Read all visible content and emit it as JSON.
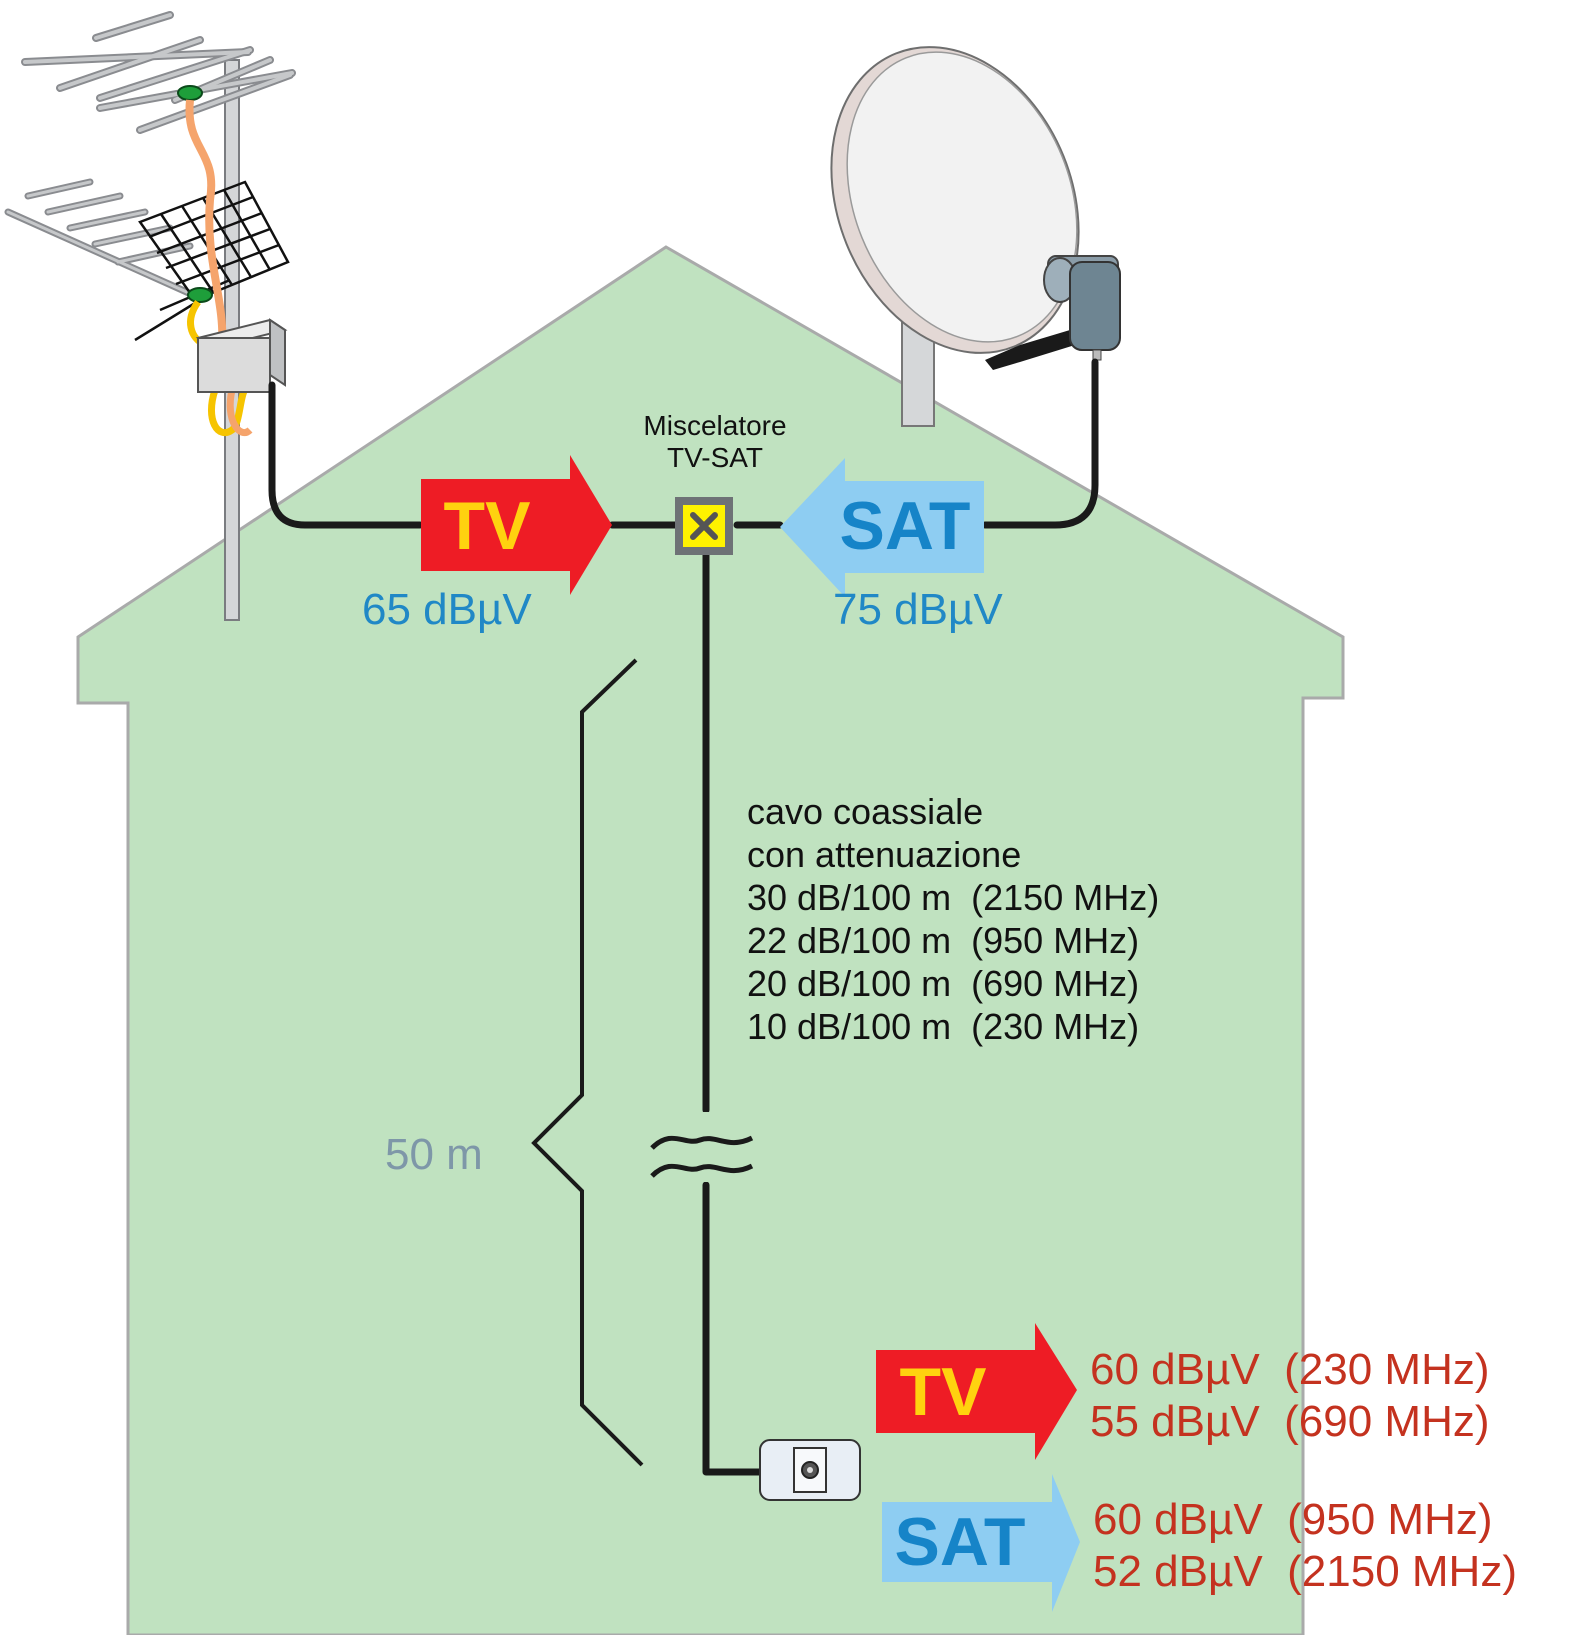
{
  "colors": {
    "house_fill": "#C0E2C0",
    "house_stroke": "#A9AAAA",
    "tv_arrow": "#EE1C25",
    "tv_text": "#FFD20F",
    "sat_arrow": "#8ECDF2",
    "sat_text": "#1684C8",
    "level_in": "#2088C6",
    "level_out": "#C4321F",
    "length_label": "#7E97A8",
    "cable": "#1A1A1A"
  },
  "mixer": {
    "title_line1": "Miscelatore",
    "title_line2": "TV-SAT",
    "icon": "mixer-cross-icon"
  },
  "inputs": {
    "tv": {
      "label": "TV",
      "level": "65 dBµV"
    },
    "sat": {
      "label": "SAT",
      "level": "75 dBµV"
    }
  },
  "cable": {
    "line1": "cavo coassiale",
    "line2": "con attenuazione",
    "attenuation": [
      "30 dB/100 m  (2150 MHz)",
      "22 dB/100 m  (950 MHz)",
      "20 dB/100 m  (690 MHz)",
      "10 dB/100 m  (230 MHz)"
    ],
    "length": "50 m"
  },
  "outputs": {
    "tv": {
      "label": "TV",
      "levels": [
        "60 dBµV  (230 MHz)",
        "55 dBµV  (690 MHz)"
      ]
    },
    "sat": {
      "label": "SAT",
      "levels": [
        "60 dBµV  (950 MHz)",
        "52 dBµV  (2150 MHz)"
      ]
    }
  },
  "icons": [
    "terrestrial-antenna-icon",
    "satellite-dish-icon",
    "lnb-icon",
    "wall-socket-icon",
    "cable-break-icon",
    "length-brace-icon"
  ]
}
